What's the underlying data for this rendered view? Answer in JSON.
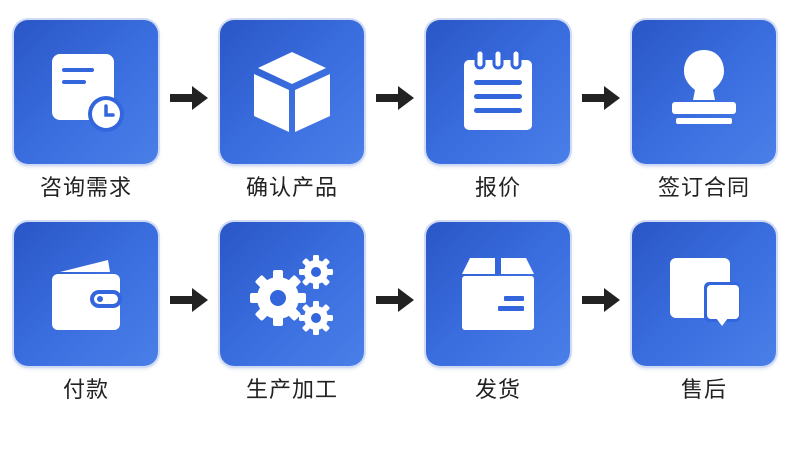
{
  "steps": [
    {
      "label": "咨询需求",
      "icon": "document-clock-icon"
    },
    {
      "label": "确认产品",
      "icon": "box-icon"
    },
    {
      "label": "报价",
      "icon": "notepad-icon"
    },
    {
      "label": "签订合同",
      "icon": "stamp-icon"
    },
    {
      "label": "付款",
      "icon": "wallet-icon"
    },
    {
      "label": "生产加工",
      "icon": "gears-icon"
    },
    {
      "label": "发货",
      "icon": "package-icon"
    },
    {
      "label": "售后",
      "icon": "chat-bubbles-icon"
    }
  ],
  "colors": {
    "tile": "#3366dd",
    "arrow": "#222222",
    "text": "#222222"
  }
}
